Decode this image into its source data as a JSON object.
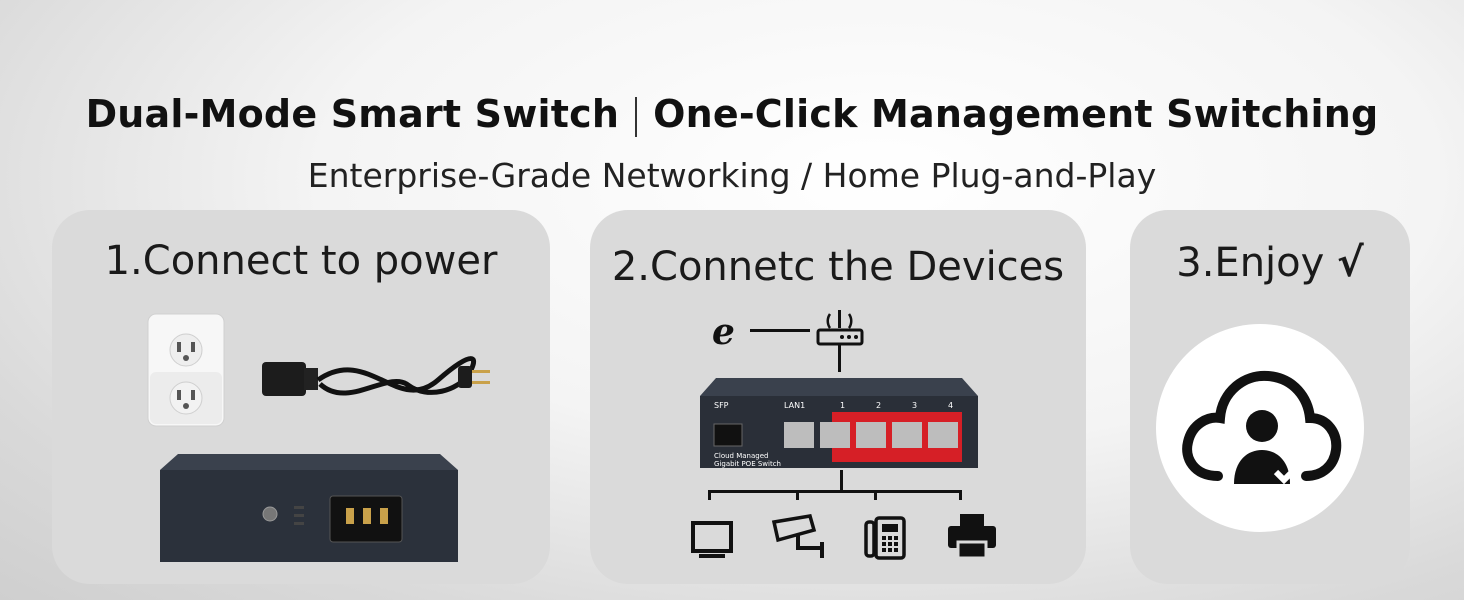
{
  "header": {
    "title_left": "Dual-Mode Smart Switch",
    "title_right": "One-Click Management Switching",
    "subtitle": "Enterprise-Grade Networking / Home Plug-and-Play"
  },
  "steps": [
    {
      "label": "1.Connect to power"
    },
    {
      "label": "2.Connetc the Devices"
    },
    {
      "label": "3.Enjoy",
      "check": "√"
    }
  ],
  "switch_front": {
    "sfp": "SFP",
    "lan1": "LAN1",
    "port_numbers": [
      "1",
      "2",
      "3",
      "4"
    ],
    "brand_line1": "Cloud Managed",
    "brand_line2": "Gigabit POE Switch"
  },
  "colors": {
    "card_bg": "#dadada",
    "switch_body": "#2c3340",
    "port_strip": "#d61f26"
  }
}
